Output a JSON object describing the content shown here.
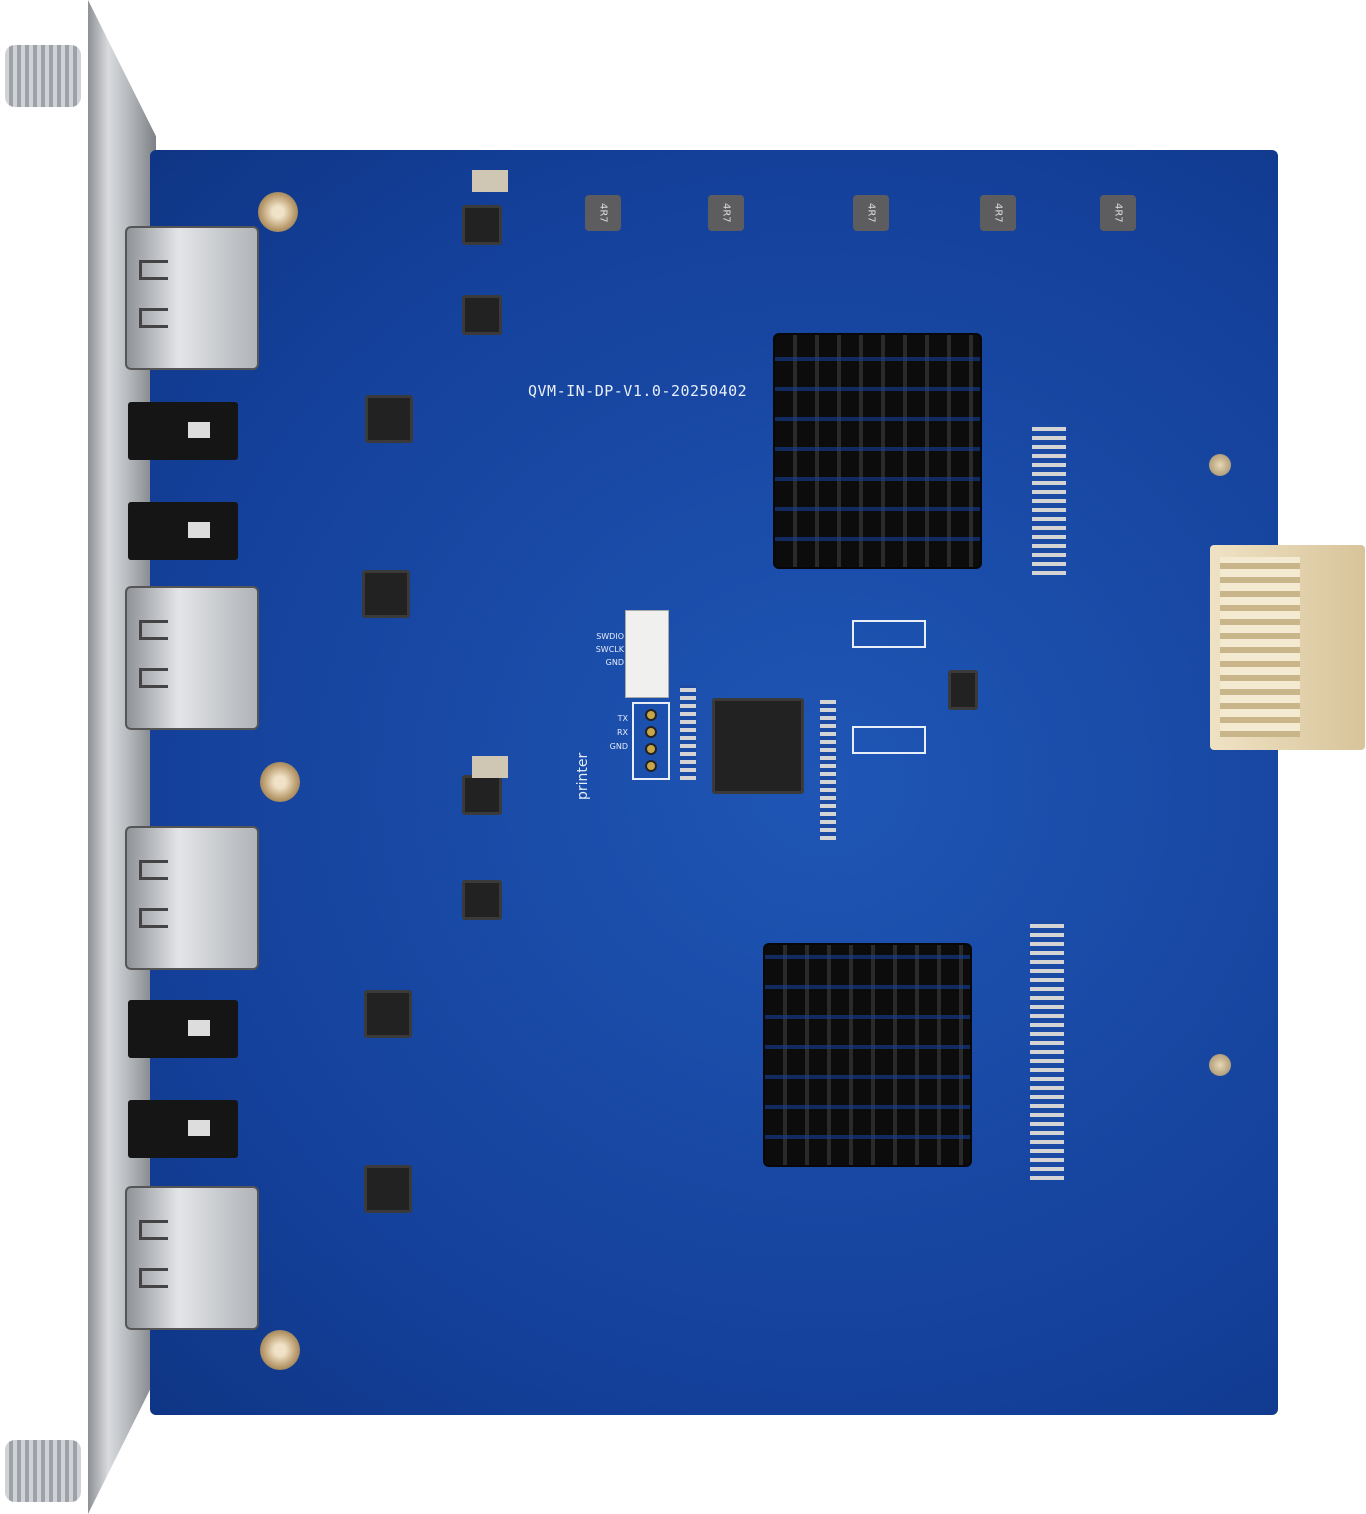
{
  "board": {
    "label": "QVM-IN-DP-V1.0-20250402",
    "printer_label": "printer",
    "uart_pins": [
      "TX",
      "RX",
      "GND"
    ],
    "swd_pins": [
      "SWDIO",
      "SWCLK",
      "GND"
    ],
    "inductor_marking": [
      "4R7",
      "4R7",
      "4R7",
      "4R7",
      "4R7"
    ]
  },
  "colors": {
    "pcb": "#1a4aa3",
    "heatsink": "#111111",
    "bracket": "#b5b8bc"
  }
}
